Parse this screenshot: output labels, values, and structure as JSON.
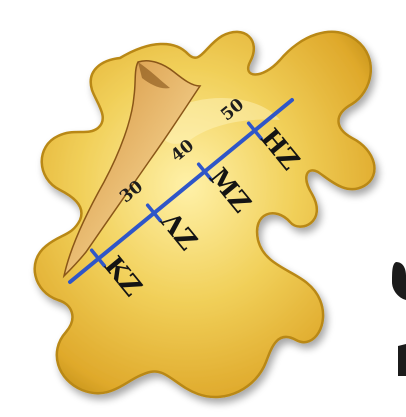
{
  "figure": {
    "axis": {
      "color": "#2f56c8",
      "ticks": [
        {
          "label": "",
          "value": 20
        },
        {
          "label": "30",
          "value": 30
        },
        {
          "label": "40",
          "value": 40
        },
        {
          "label": "50",
          "value": 50
        }
      ],
      "letters": [
        "ΚΖ",
        "ΛΖ",
        "ΜΖ",
        "ΗΖ"
      ]
    },
    "puzzle_piece": {
      "fill": "#ecc44a",
      "edge": "#b98812",
      "highlight": "#fff1a8",
      "shadow": "#a56f08"
    },
    "peel": {
      "fill": "#e2b35c",
      "dark": "#8a5618"
    }
  }
}
